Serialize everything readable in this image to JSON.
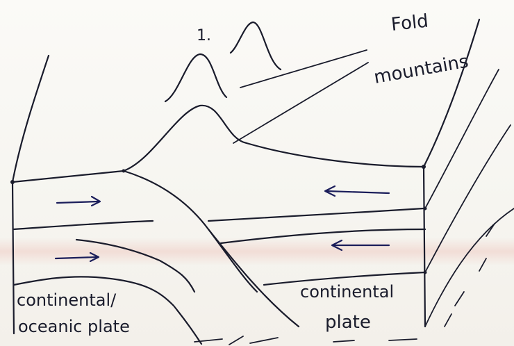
{
  "labels": {
    "number_marker": "1.",
    "fold_title_line1": "Fold",
    "fold_title_line2": "mountains",
    "left_plate_line1": "continental/",
    "left_plate_line2": "oceanic plate",
    "right_plate_line1": "continental",
    "right_plate_line2": "plate"
  },
  "colors": {
    "ink": "#1a1c2c",
    "arrow_ink": "#1a1d5a",
    "paper": "#f7f6f2",
    "pink_band": "#ecb4aa"
  },
  "arrows": [
    {
      "name": "left-upper-arrow",
      "direction": "right"
    },
    {
      "name": "left-lower-arrow",
      "direction": "right"
    },
    {
      "name": "right-upper-arrow",
      "direction": "left"
    },
    {
      "name": "right-lower-arrow",
      "direction": "left"
    }
  ]
}
